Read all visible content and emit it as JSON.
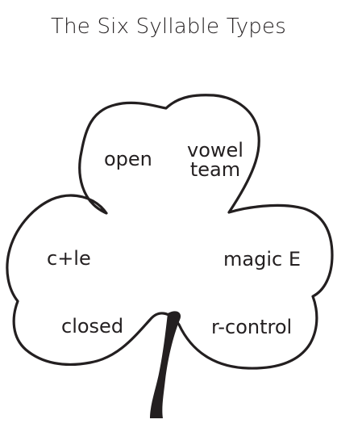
{
  "title": "The Six Syllable Types",
  "labels": {
    "open": "open",
    "vowel_team_line1": "vowel",
    "vowel_team_line2": "team",
    "c_le": "c+le",
    "magic_e": "magic E",
    "closed": "closed",
    "r_control": "r-control"
  },
  "colors": {
    "ink": "#231f20",
    "background": "#ffffff"
  }
}
